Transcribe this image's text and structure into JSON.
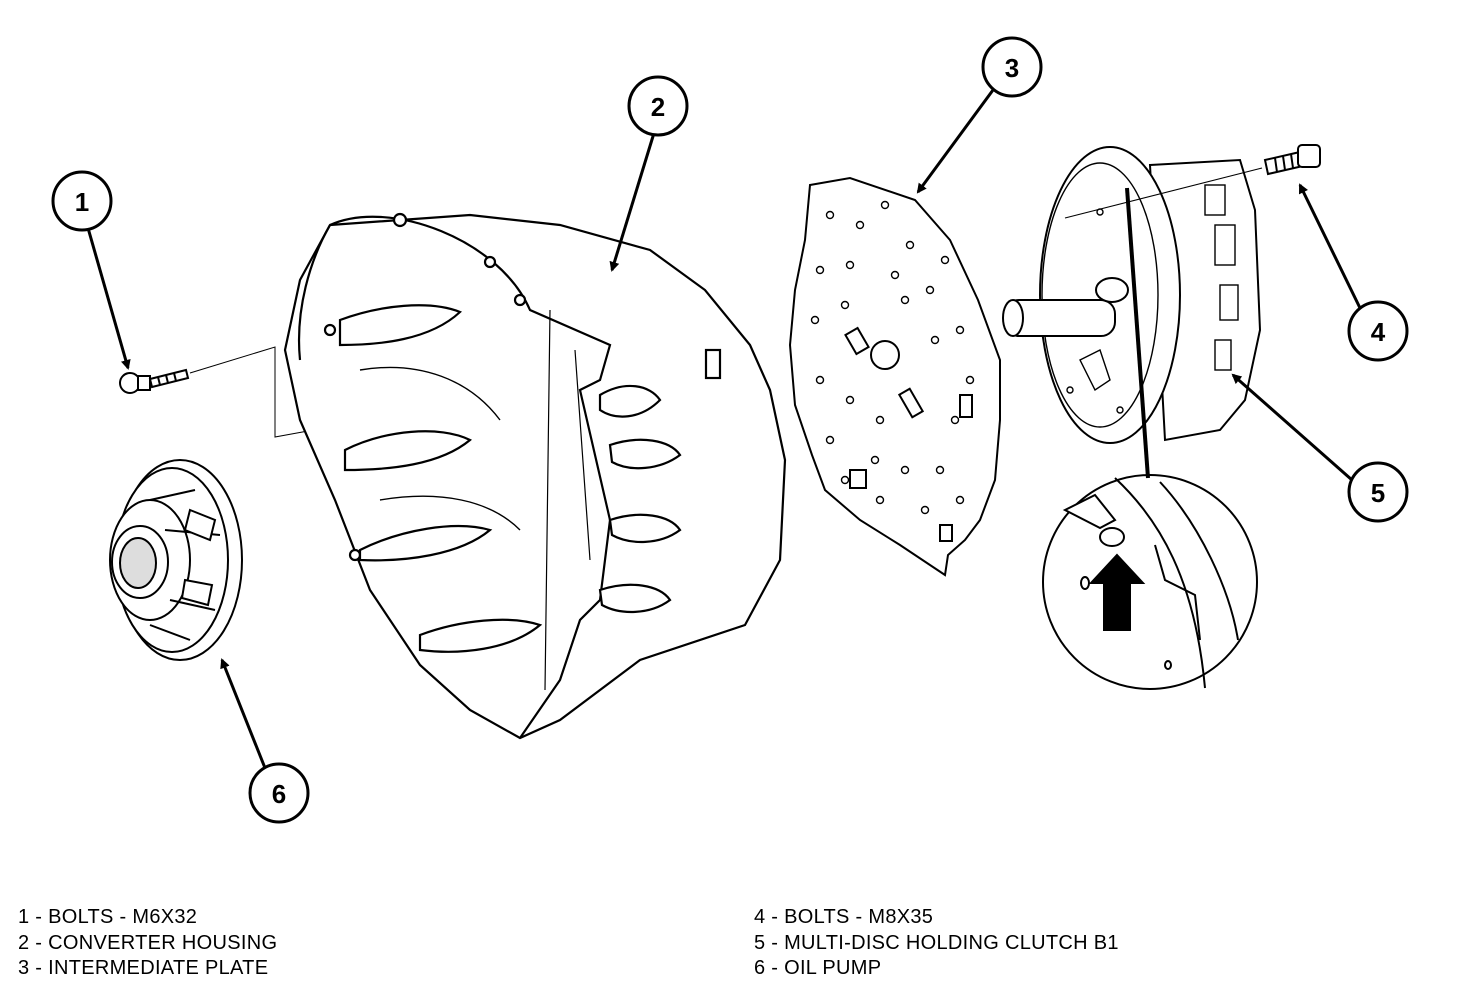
{
  "callouts": {
    "c1": "1",
    "c2": "2",
    "c3": "3",
    "c4": "4",
    "c5": "5",
    "c6": "6"
  },
  "legend": {
    "left": [
      "1 - BOLTS - M6X32",
      "2 - CONVERTER HOUSING",
      "3 - INTERMEDIATE PLATE"
    ],
    "right": [
      "4 - BOLTS - M8X35",
      "5 - MULTI-DISC HOLDING CLUTCH B1",
      "6 - OIL PUMP"
    ]
  }
}
